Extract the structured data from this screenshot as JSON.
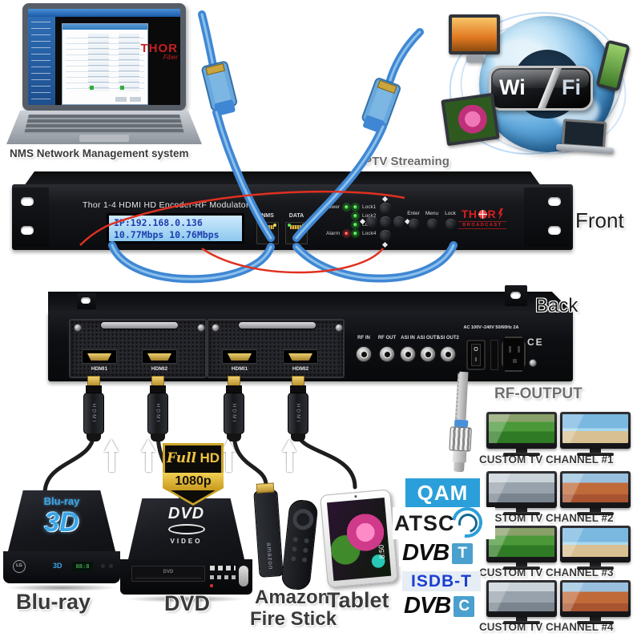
{
  "colors": {
    "brand_red": "#d82020",
    "cable_blue": "#3f87d4",
    "lcd_bg": "#a9d7f5",
    "lcd_text": "#1d3fb0",
    "standard_blue": "#2b9fd9",
    "led_green": "#3ed343",
    "led_red": "#e03131"
  },
  "nms_station": {
    "caption": "NMS Network Management system",
    "software": {
      "logo_main": "THOR",
      "logo_sub": "Fiber"
    }
  },
  "iptv": {
    "caption": "IPTV Streaming",
    "wifi_badge": {
      "left": "Wi",
      "right": "Fi"
    }
  },
  "front_panel": {
    "caption": "Front",
    "model_title": "Thor 1-4 HDMI HD Encoder-RF Modulator",
    "lcd": {
      "line1": "IP:192.168.0.136",
      "line2": "10.77Mbps 10.76Mbps"
    },
    "eth_ports": [
      {
        "label": "NMS"
      },
      {
        "label": "DATA"
      }
    ],
    "status_leds": {
      "power": "Power",
      "alarm": "Alarm",
      "locks": [
        "Lock1",
        "Lock2",
        "Lock3",
        "Lock4"
      ]
    },
    "buttons": [
      {
        "label": "Enter"
      },
      {
        "label": "Menu"
      },
      {
        "label": "Lock"
      }
    ],
    "brand": {
      "name_left": "TH",
      "name_right": "R",
      "sub": "BROADCAST"
    }
  },
  "back_panel": {
    "caption": "Back",
    "hdmi_labels": [
      "HDMI1",
      "HDMI2",
      "HDMI1",
      "HDMI2"
    ],
    "connector_labels": [
      "RF IN",
      "RF OUT",
      "ASI IN",
      "ASI OUT1",
      "ASI OUT2"
    ],
    "power_rating": "AC 100V~240V 50/60Hz 2A",
    "switch": {
      "off": "O",
      "on": "I"
    },
    "ce_mark": "CE"
  },
  "hdmi_cables": {
    "connector_label": "HDMI"
  },
  "rf_output": {
    "caption": "RF-OUTPUT"
  },
  "fullhd_badge": {
    "script": "Full",
    "bold": "HD",
    "line2": "1080p"
  },
  "sources": {
    "bluray": {
      "caption": "Blu-ray",
      "top_logo_line1": "Blu-ray",
      "top_logo_line2": "3D",
      "brand": "LG",
      "front_label": "3D",
      "display": "88:8"
    },
    "dvd": {
      "caption": "DVD",
      "top_logo_line1": "DVD",
      "top_logo_line2": "VIDEO",
      "tray_label": "DVD"
    },
    "firestick": {
      "caption_line1": "Amazon",
      "caption_line2": "Fire Stick",
      "stick_brand": "amazon"
    },
    "tablet": {
      "caption": "Tablet",
      "clock": "8:50"
    }
  },
  "standards": [
    {
      "name": "qam",
      "text": "QAM"
    },
    {
      "name": "atsc",
      "text": "ATSC"
    },
    {
      "name": "dvb-t",
      "text": "DVB",
      "suffix": "T"
    },
    {
      "name": "isdb-t",
      "text": "ISDB-T"
    },
    {
      "name": "dvb-c",
      "text": "DVB",
      "suffix": "C"
    }
  ],
  "tv_channels": {
    "rows": [
      {
        "label": "CUSTOM TV CHANNEL #1",
        "screens": [
          "soccer",
          "beach"
        ]
      },
      {
        "label": "CUSTOM TV CHANNEL #2",
        "screens": [
          "skate",
          "canyon"
        ]
      },
      {
        "label": "CUSTOM TV CHANNEL #3",
        "screens": [
          "soccer",
          "beach"
        ]
      },
      {
        "label": "CUSTOM TV CHANNEL #4",
        "screens": [
          "skate",
          "canyon"
        ]
      }
    ]
  }
}
